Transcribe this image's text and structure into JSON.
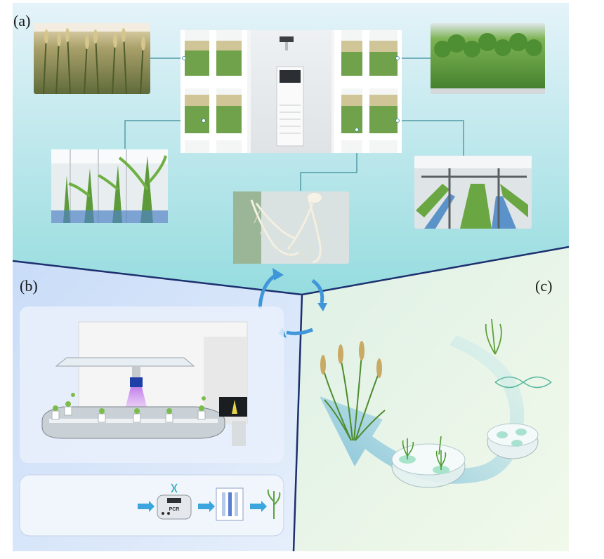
{
  "panels": {
    "a": {
      "label": "(a)"
    },
    "b": {
      "label": "(b)"
    },
    "c": {
      "label": "(c)"
    }
  },
  "workflow": {
    "pcr_label": "PCR"
  },
  "colors": {
    "panel_a_bg_top": "#dff2f8",
    "panel_a_bg_bottom": "#9fe0e6",
    "panel_b_bg": "#d8e6fb",
    "panel_c_bg": "#eaf6e4",
    "divider_line": "#1c2f6e",
    "cycle_arrow": "#3f97d9"
  },
  "icons": [
    "wheat-field-photo",
    "growth-chamber-photo",
    "bamboo-field-photo",
    "maize-photo",
    "hydroponic-rack-photo",
    "root-system-photo",
    "phenotyping-platform",
    "pcr-machine-icon",
    "gel-electrophoresis-icon",
    "seedling-icon",
    "rice-plant",
    "petri-dish-seedlings",
    "dna-helix-icon"
  ]
}
